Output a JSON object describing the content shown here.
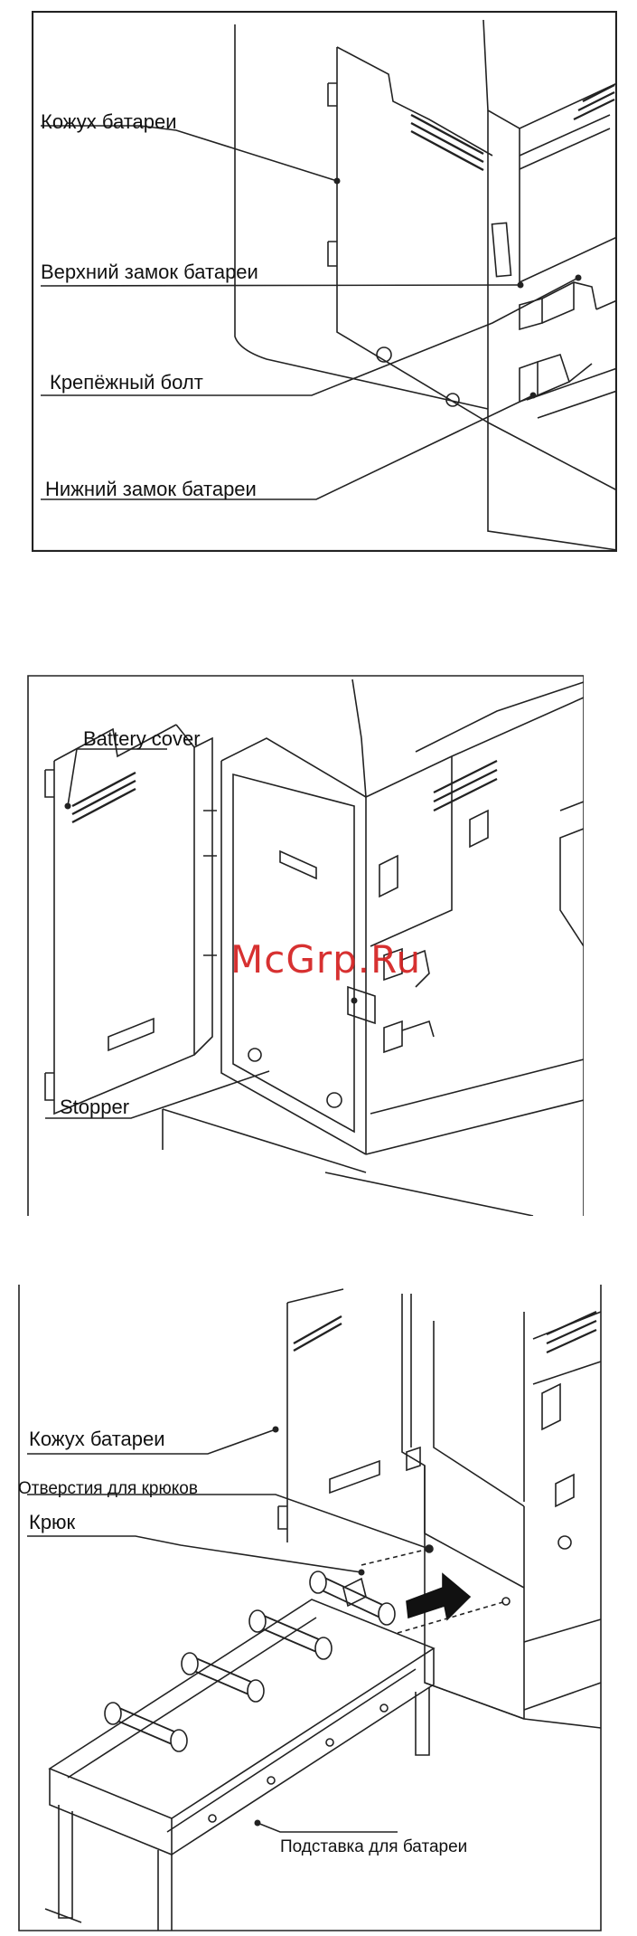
{
  "figure1": {
    "labels": {
      "battery_cover": "Кожух батареи",
      "upper_lock": "Верхний замок батареи",
      "fixing_bolt": "Крепёжный болт",
      "lower_lock": "Нижний замок батареи"
    }
  },
  "figure2": {
    "labels": {
      "battery_cover": "Battery cover",
      "stopper": "Stopper"
    },
    "watermark": "McGrp.Ru"
  },
  "figure3": {
    "labels": {
      "battery_cover": "Кожух батареи",
      "hook_holes": "Отверстия для крюков",
      "hook": "Крюк",
      "battery_stand": "Подставка для батареи"
    }
  },
  "colors": {
    "line": "#222222",
    "watermark": "#d42020"
  }
}
